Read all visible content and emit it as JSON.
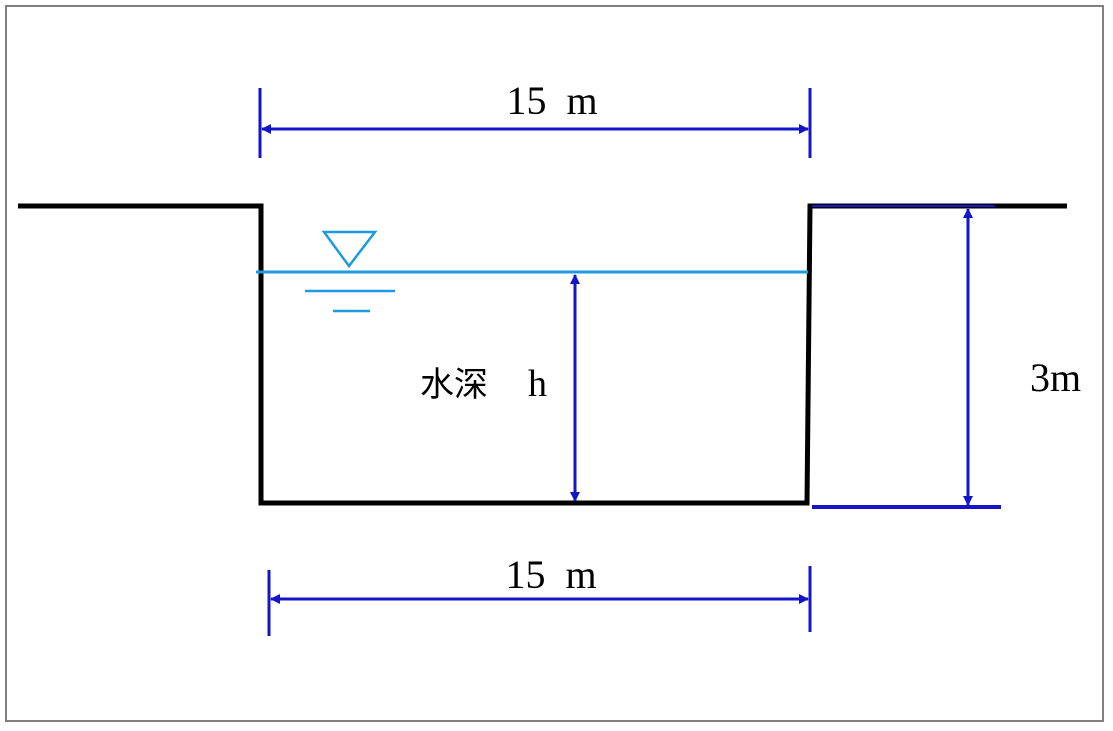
{
  "diagram": {
    "top_width_label": "15  m",
    "bottom_width_label": "15  m",
    "depth_label_cn": "水深",
    "depth_label_symbol": "h",
    "height_label": "3m"
  },
  "colors": {
    "frame": "#7f7f7f",
    "channel": "#000000",
    "dimension": "#1414c8",
    "water": "#1e9be0"
  },
  "icons": {
    "water_level": "water-surface-symbol-icon"
  }
}
